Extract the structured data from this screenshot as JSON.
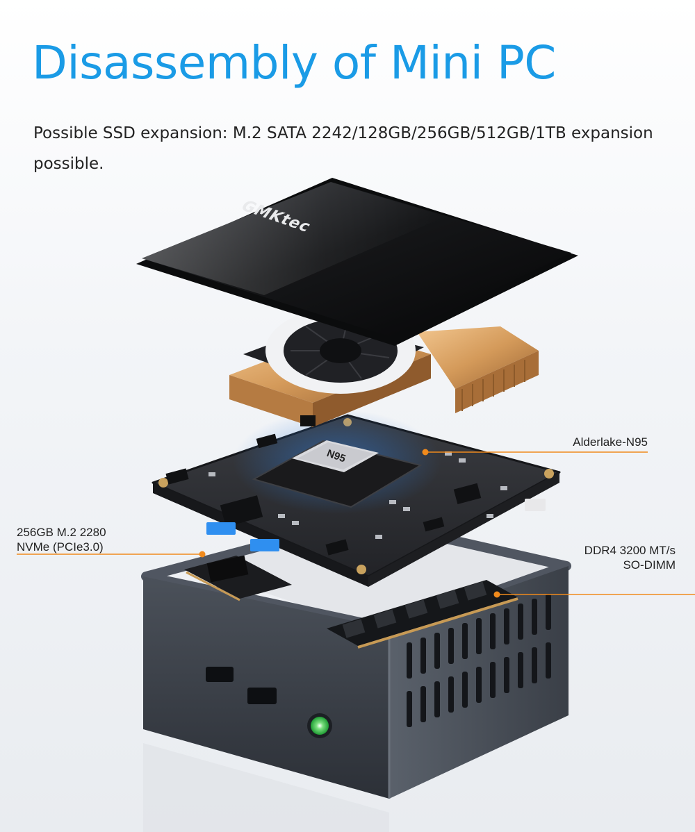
{
  "header": {
    "title": "Disassembly of Mini PC",
    "subtitle": "Possible SSD expansion: M.2 SATA 2242/128GB/256GB/512GB/1TB expansion possible."
  },
  "product": {
    "brand_logo": "GMKtec",
    "chip_marking": "N95"
  },
  "callouts": {
    "cpu": "Alderlake-N95",
    "ssd_line1": "256GB M.2 2280",
    "ssd_line2": "NVMe (PCIe3.0)",
    "ram_line1": "DDR4 3200 MT/s",
    "ram_line2": "SO-DIMM"
  },
  "colors": {
    "title": "#1a9be6",
    "callout_line": "#f08a1c",
    "copper": "#d9a46a",
    "pcb": "#2b2d31",
    "chassis": "#3a3f47",
    "power_led": "#2fc24a"
  }
}
